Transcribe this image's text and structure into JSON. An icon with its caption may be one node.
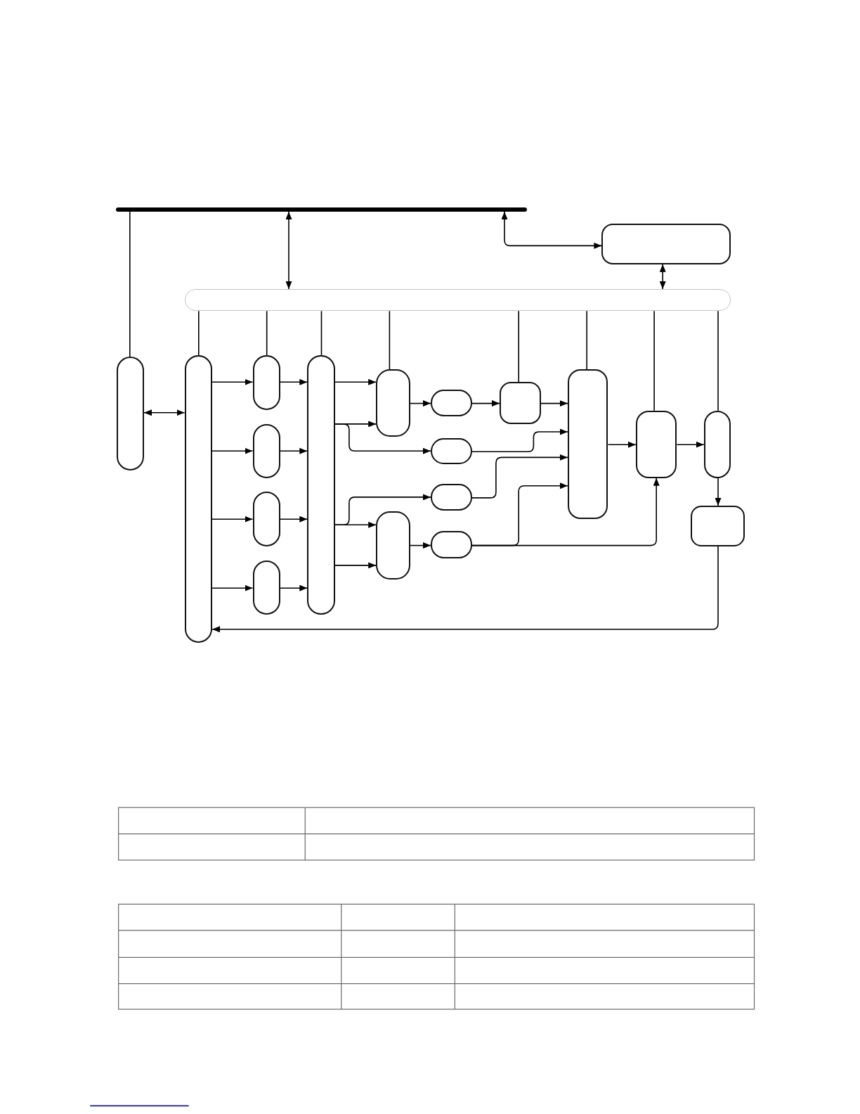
{
  "diagram": {
    "nodes": [
      {
        "text": [],
        "shape": "bar"
      },
      {
        "text": [],
        "shape": "box"
      },
      {
        "text": [],
        "shape": "box"
      },
      {
        "text": [],
        "shape": "box"
      },
      {
        "text": [],
        "shape": "box"
      },
      {
        "text": [],
        "shape": "box"
      },
      {
        "text": [],
        "shape": "box"
      },
      {
        "text": [],
        "shape": "box"
      },
      {
        "text": [],
        "shape": "box"
      },
      {
        "text": [],
        "shape": "box"
      },
      {
        "text": [],
        "shape": "box"
      },
      {
        "text": [],
        "shape": "box"
      },
      {
        "text": [],
        "shape": "box"
      },
      {
        "text": [],
        "shape": "box"
      },
      {
        "text": [],
        "shape": "box"
      },
      {
        "text": [],
        "shape": "box"
      },
      {
        "text": [],
        "shape": "box"
      },
      {
        "text": [],
        "shape": "box"
      },
      {
        "text": [],
        "shape": "box"
      },
      {
        "text": [],
        "shape": "box"
      },
      {
        "text": [],
        "shape": "box"
      }
    ],
    "edges": [
      {
        "from": 0,
        "to": 2,
        "arrow": "both"
      },
      {
        "from": 0,
        "to": 1,
        "arrow": "both"
      },
      {
        "from": 1,
        "to": 2,
        "arrow": "both"
      },
      {
        "from": 0,
        "to": 3,
        "arrow": "none"
      },
      {
        "from": 2,
        "to": 4,
        "arrow": "none"
      },
      {
        "from": 2,
        "to": 5,
        "arrow": "none"
      },
      {
        "from": 2,
        "to": 9,
        "arrow": "none"
      },
      {
        "from": 2,
        "to": 10,
        "arrow": "none"
      },
      {
        "from": 2,
        "to": 16,
        "arrow": "none"
      },
      {
        "from": 2,
        "to": 17,
        "arrow": "none"
      },
      {
        "from": 2,
        "to": 18,
        "arrow": "none"
      },
      {
        "from": 2,
        "to": 19,
        "arrow": "none"
      },
      {
        "from": 3,
        "to": 4,
        "arrow": "both"
      },
      {
        "from": 4,
        "to": 5,
        "arrow": "to"
      },
      {
        "from": 4,
        "to": 6,
        "arrow": "to"
      },
      {
        "from": 4,
        "to": 7,
        "arrow": "to"
      },
      {
        "from": 4,
        "to": 8,
        "arrow": "to"
      },
      {
        "from": 5,
        "to": 9,
        "arrow": "to"
      },
      {
        "from": 6,
        "to": 9,
        "arrow": "to"
      },
      {
        "from": 7,
        "to": 9,
        "arrow": "to"
      },
      {
        "from": 8,
        "to": 9,
        "arrow": "to"
      },
      {
        "from": 9,
        "to": 10,
        "arrow": "to"
      },
      {
        "from": 9,
        "to": 10,
        "arrow": "to"
      },
      {
        "from": 9,
        "to": 13,
        "arrow": "to"
      },
      {
        "from": 9,
        "to": 14,
        "arrow": "to"
      },
      {
        "from": 9,
        "to": 11,
        "arrow": "to"
      },
      {
        "from": 9,
        "to": 11,
        "arrow": "to"
      },
      {
        "from": 10,
        "to": 12,
        "arrow": "to"
      },
      {
        "from": 11,
        "to": 15,
        "arrow": "to"
      },
      {
        "from": 12,
        "to": 16,
        "arrow": "to"
      },
      {
        "from": 16,
        "to": 17,
        "arrow": "to"
      },
      {
        "from": 13,
        "to": 17,
        "arrow": "to"
      },
      {
        "from": 14,
        "to": 17,
        "arrow": "to"
      },
      {
        "from": 15,
        "to": 17,
        "arrow": "to"
      },
      {
        "from": 15,
        "to": 18,
        "arrow": "to"
      },
      {
        "from": 17,
        "to": 18,
        "arrow": "to"
      },
      {
        "from": 18,
        "to": 19,
        "arrow": "to"
      },
      {
        "from": 19,
        "to": 20,
        "arrow": "to"
      },
      {
        "from": 20,
        "to": 4,
        "arrow": "to"
      }
    ]
  }
}
